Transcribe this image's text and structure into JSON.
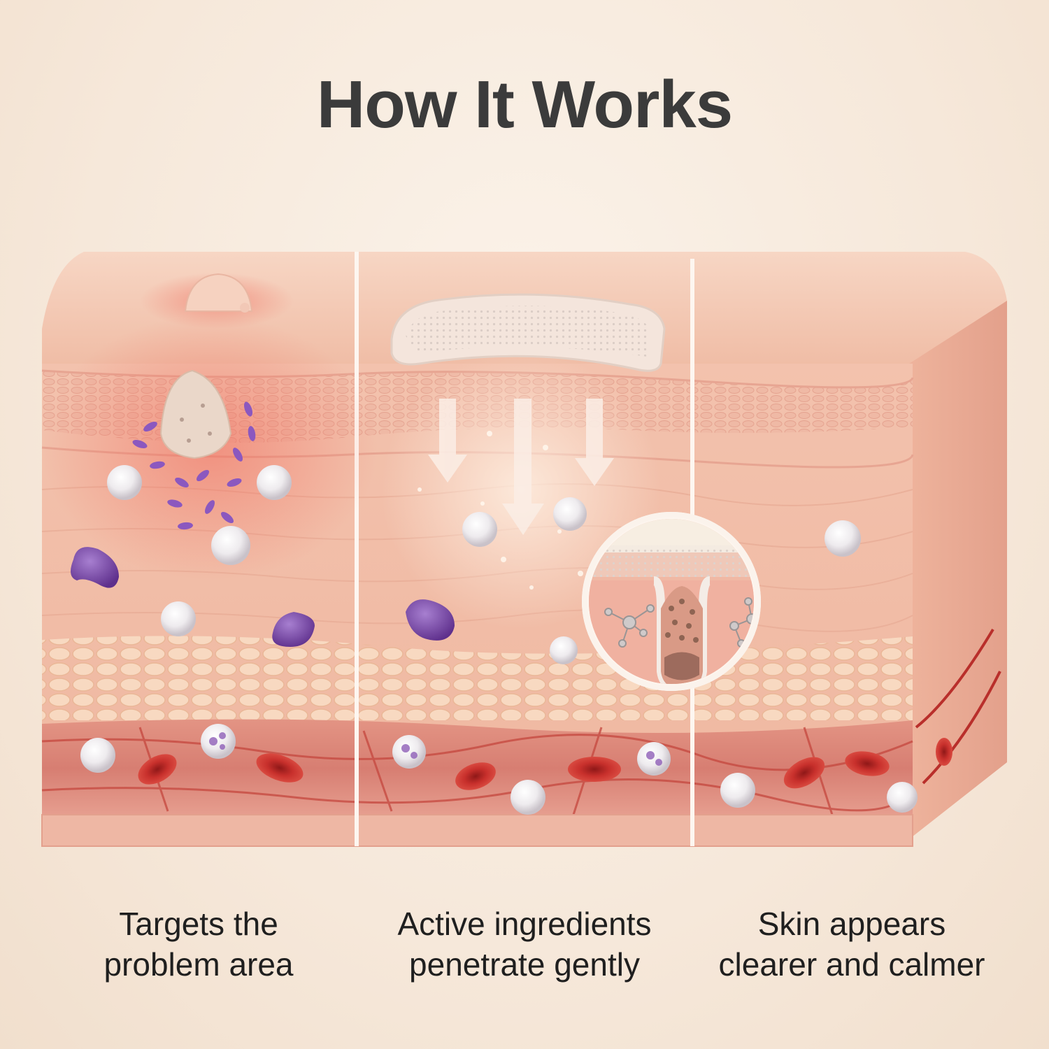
{
  "header": {
    "title": "How It Works"
  },
  "panels": [
    {
      "line1": "Targets the",
      "line2": "problem area"
    },
    {
      "line1": "Active ingredients",
      "line2": "penetrate gently"
    },
    {
      "line1": "Skin appears",
      "line2": "clearer and calmer"
    }
  ],
  "colors": {
    "background": "#f6e8da",
    "skin_top": "#f3c9b4",
    "dermis": "#f0b8a4",
    "fat": "#f6d2b8",
    "blood_layer": "#c95e5a",
    "red_cell": "#c7302d",
    "purple_cell": "#7b4aa6",
    "white_cell": "#f4f2f4",
    "title": "#3b3b3b"
  },
  "icons": [
    "pimple-icon",
    "bacteria-icon",
    "patch-icon",
    "arrow-down-icon",
    "molecule-icon",
    "magnifier-icon"
  ]
}
